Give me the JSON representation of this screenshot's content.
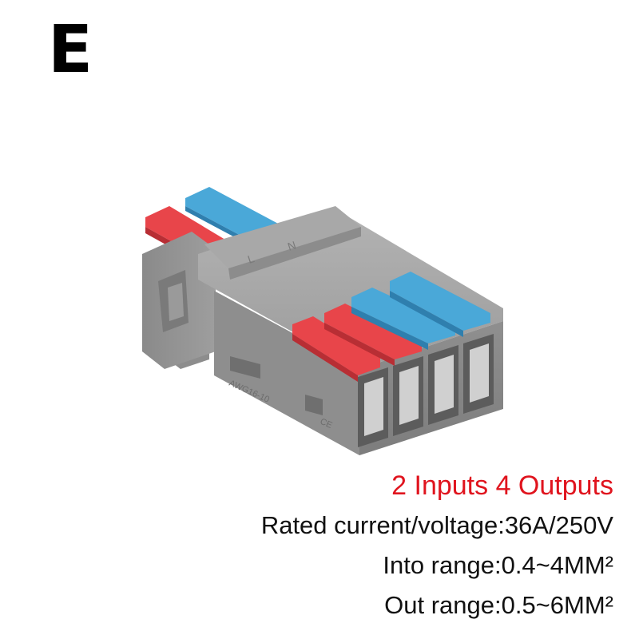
{
  "variant_letter": "E",
  "product": {
    "body_color": "#9a9a9a",
    "red_lever_color": "#e8454a",
    "blue_lever_color": "#4aa8d8",
    "embossed_model": "AWG16-10",
    "embossed_mark": "CE",
    "rear_mark_left": "L",
    "rear_mark_right": "N",
    "inputs": 2,
    "outputs": 4
  },
  "specs": {
    "headline": "2 Inputs 4 Outputs",
    "rated": "Rated current/voltage:36A/250V",
    "into_range": "Into range:0.4~4MM²",
    "out_range": "Out range:0.5~6MM²"
  }
}
